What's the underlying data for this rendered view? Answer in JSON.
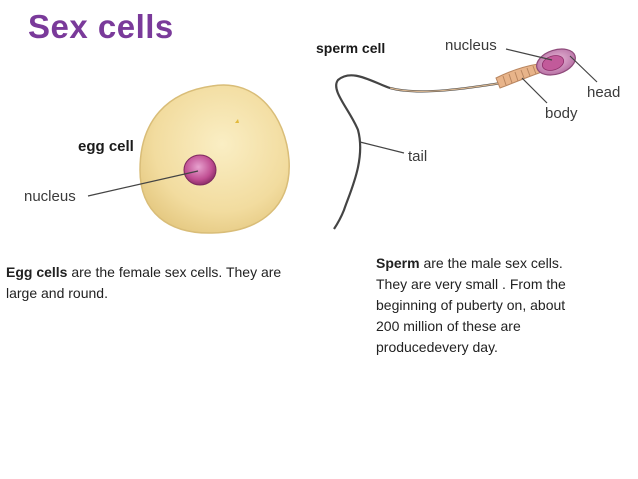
{
  "title": "Sex cells",
  "labels": {
    "egg_cell": "egg cell",
    "egg_nucleus": "nucleus",
    "sperm_cell": "sperm cell",
    "sperm_nucleus": "nucleus",
    "head": "head",
    "body": "body",
    "tail": "tail"
  },
  "captions": {
    "egg": {
      "bold": "Egg cells",
      "text": " are the female sex cells. They are large and round."
    },
    "sperm": {
      "bold": "Sperm",
      "text": " are the male sex cells. They are very small . From the beginning of puberty on, about 200 million of these are producedevery day."
    }
  },
  "colors": {
    "title": "#7a3a9a",
    "egg_fill": "#f3dea3",
    "nucleus_fill": "#c04e92",
    "sperm_body": "#e8b48a"
  }
}
